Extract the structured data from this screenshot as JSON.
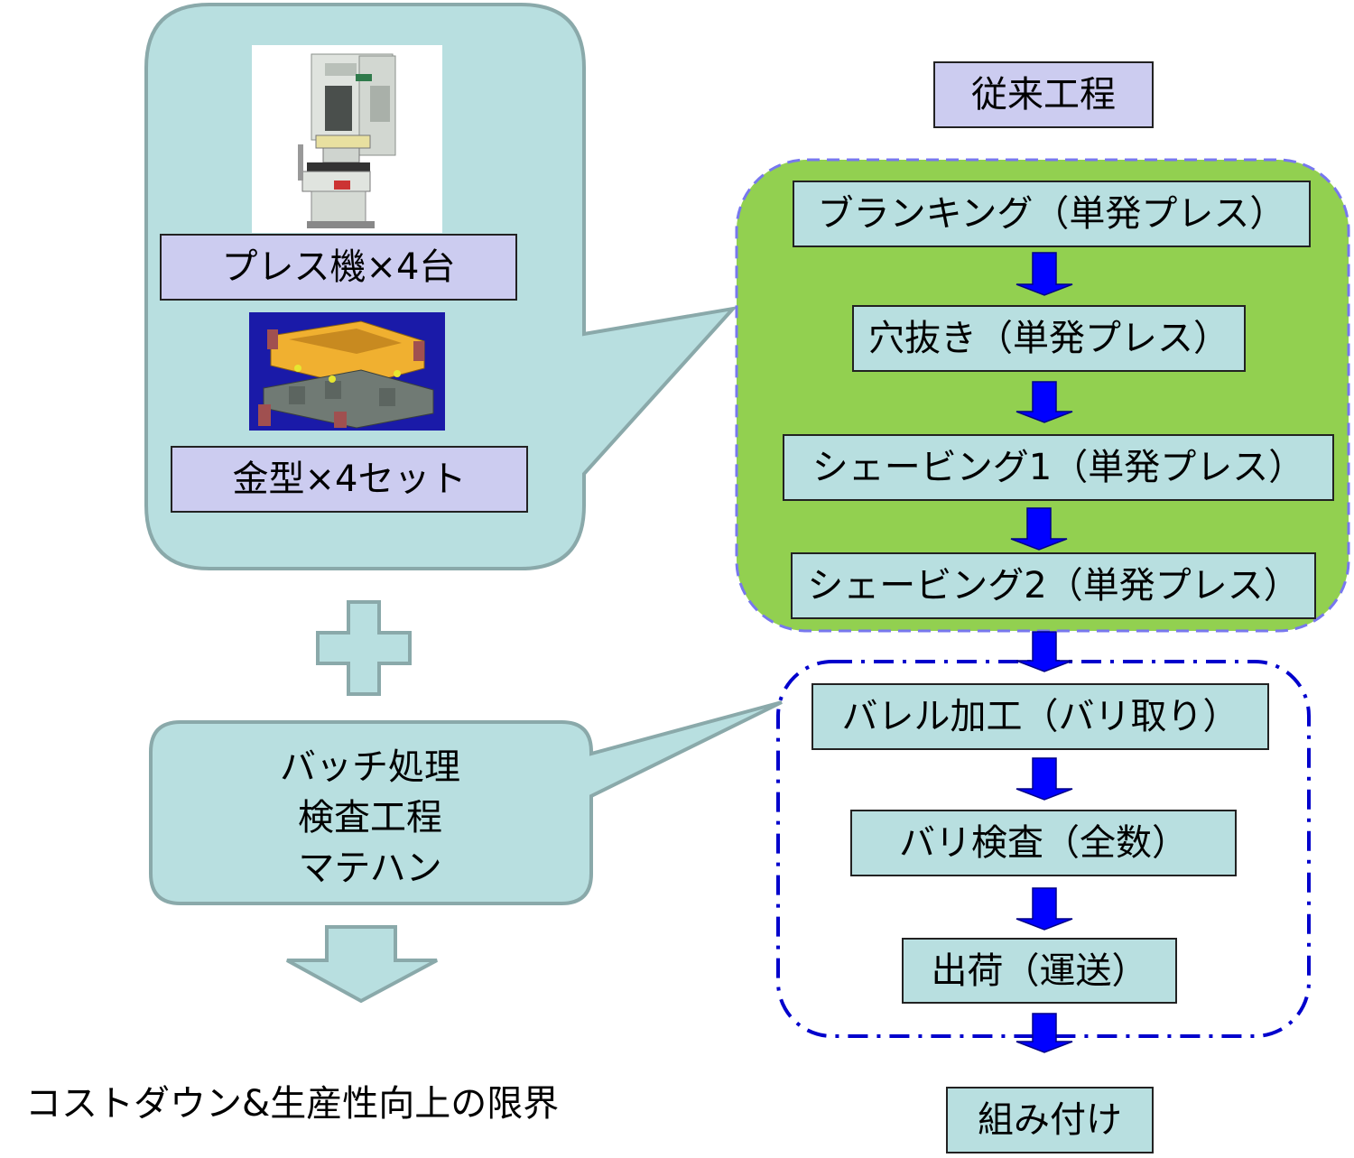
{
  "left_panel": {
    "press_label": "プレス機×4台",
    "mold_label": "金型×4セット",
    "press_photo_icon": "press-machine-photo",
    "mold_render_icon": "mold-3d-render"
  },
  "plus_icon": "plus-icon",
  "callout_lines": [
    "バッチ処理",
    "検査工程",
    "マテハン"
  ],
  "bottom_arrow_icon": "down-arrow-icon",
  "footer_text": "コストダウン&生産性向上の限界",
  "process": {
    "title": "従来工程",
    "press_steps": [
      "ブランキング（単発プレス）",
      "穴抜き（単発プレス）",
      "シェービング1（単発プレス）",
      "シェービング2（単発プレス）"
    ],
    "post_steps": [
      "バレル加工（バリ取り）",
      "バリ検査（全数）",
      "出荷（運送）"
    ],
    "final_step": "組み付け"
  },
  "colors": {
    "lavender": "#ccccf0",
    "teal": "#b8dfe0",
    "green_group": "#92d050",
    "arrow_blue": "#0000ff",
    "dash_blue": "#0000cc"
  }
}
